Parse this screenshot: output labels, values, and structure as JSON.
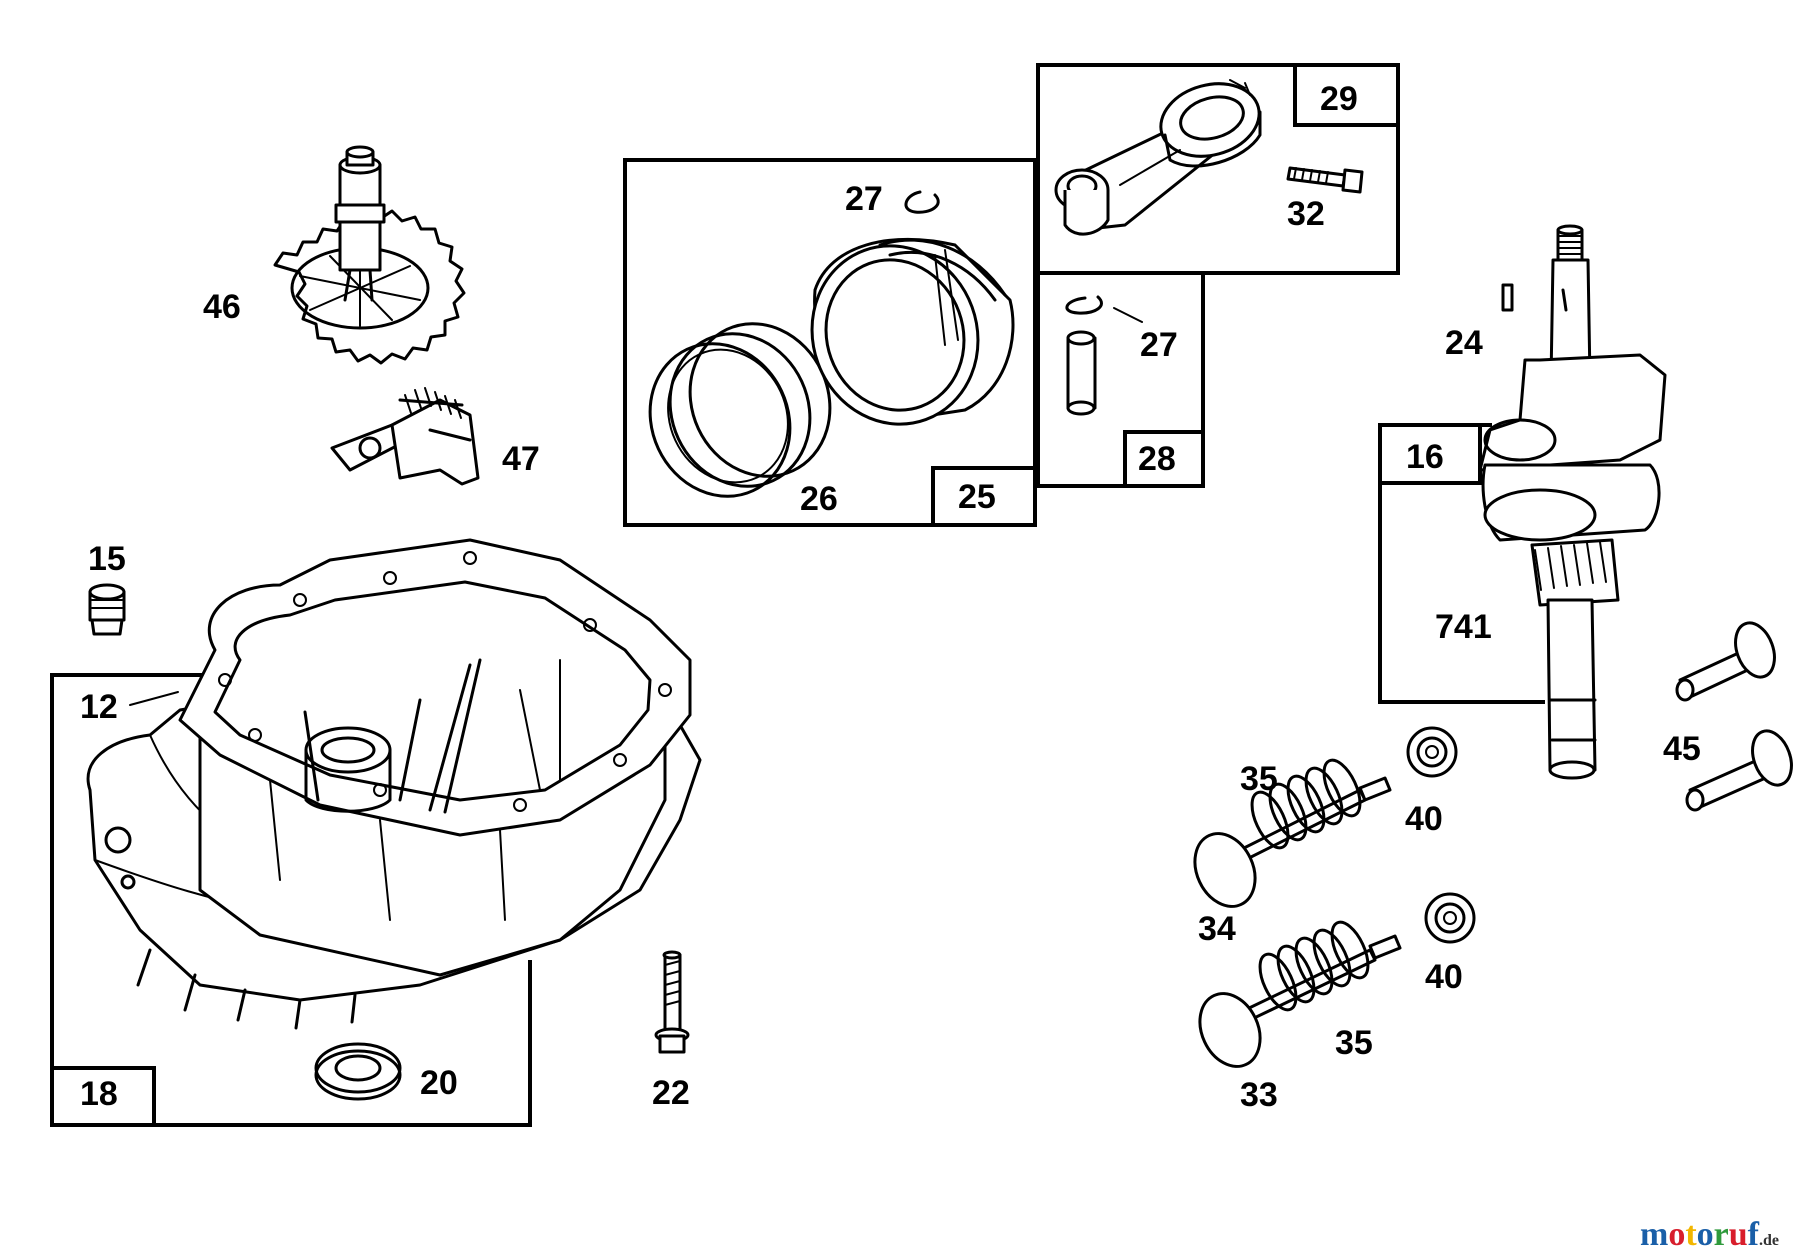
{
  "parts": {
    "p12": "12",
    "p15": "15",
    "p16": "16",
    "p18": "18",
    "p20": "20",
    "p22": "22",
    "p24": "24",
    "p25": "25",
    "p26": "26",
    "p27a": "27",
    "p27b": "27",
    "p28": "28",
    "p29": "29",
    "p32": "32",
    "p33": "33",
    "p34": "34",
    "p35a": "35",
    "p35b": "35",
    "p40a": "40",
    "p40b": "40",
    "p45": "45",
    "p46": "46",
    "p47": "47",
    "p741": "741"
  },
  "watermark": {
    "m1": "m",
    "o1": "o",
    "t": "t",
    "o2": "o",
    "r": "r",
    "u": "u",
    "f": "f",
    "suffix": ".de",
    "colors": [
      "#1a5fa8",
      "#d81e2c",
      "#f2b600",
      "#1a5fa8",
      "#2f9a3c",
      "#d81e2c",
      "#1a5fa8"
    ]
  }
}
